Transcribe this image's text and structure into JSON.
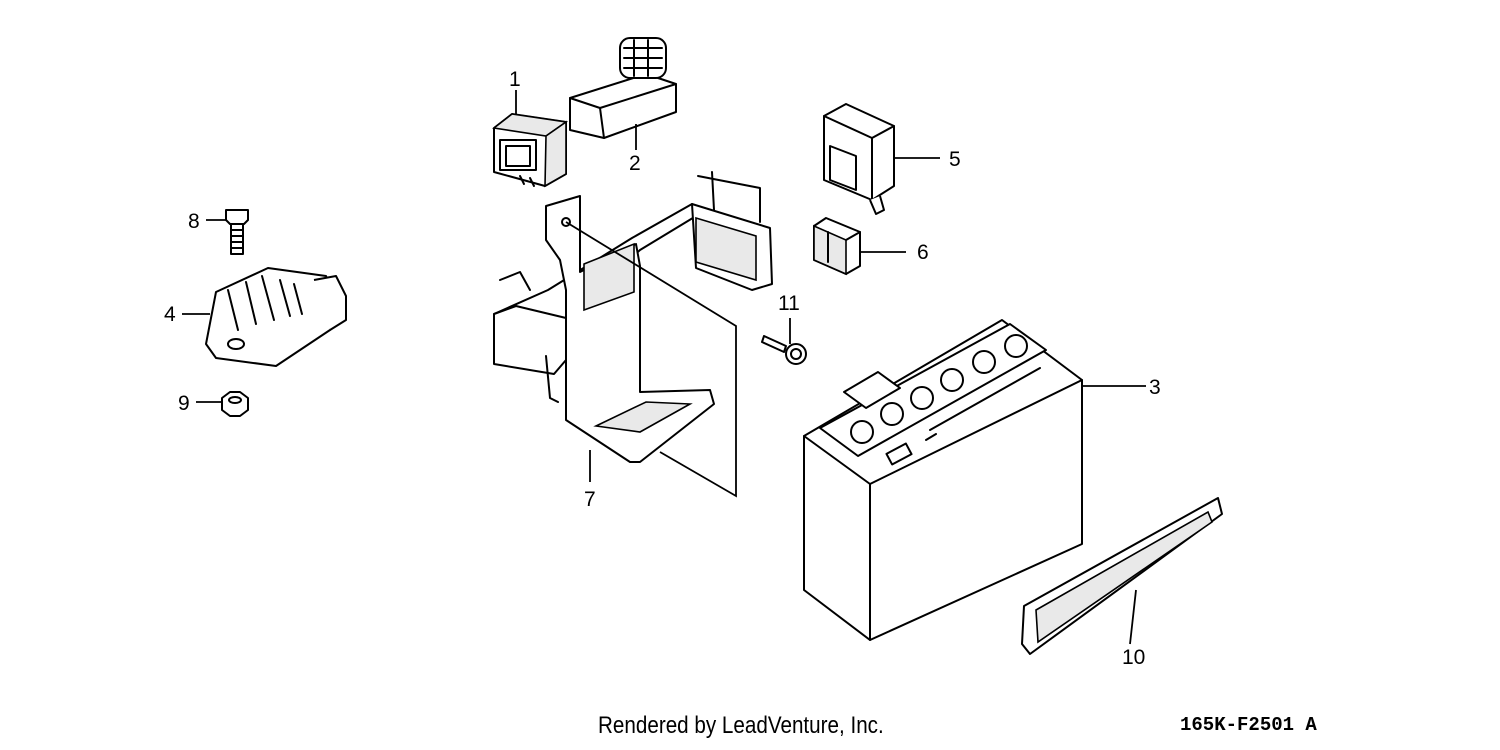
{
  "callouts": {
    "c1": "1",
    "c2": "2",
    "c3": "3",
    "c4": "4",
    "c5": "5",
    "c6": "6",
    "c7": "7",
    "c8": "8",
    "c9": "9",
    "c10": "10",
    "c11": "11"
  },
  "footer": {
    "credit": "Rendered by LeadVenture, Inc.",
    "diagram_code": "165K-F2501 A"
  }
}
